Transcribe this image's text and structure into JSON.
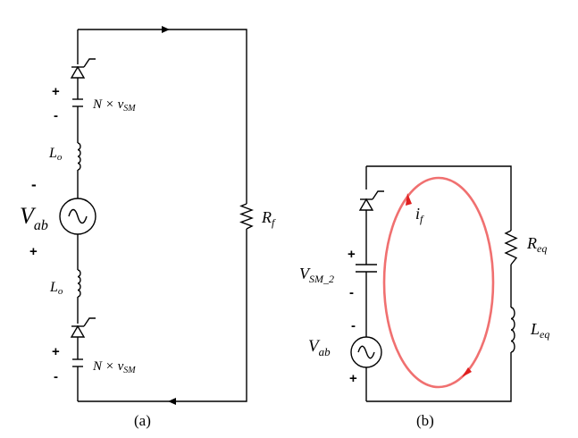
{
  "diagram_a": {
    "caption": "(a)",
    "top_sm_label": "N × v",
    "top_sm_sub": "SM",
    "bottom_sm_label": "N × v",
    "bottom_sm_sub": "SM",
    "inductor_top": "L",
    "inductor_top_sub": "o",
    "inductor_bottom": "L",
    "inductor_bottom_sub": "o",
    "source": "V",
    "source_sub": "ab",
    "resistor": "R",
    "resistor_sub": "f",
    "plus": "+",
    "minus": "-"
  },
  "diagram_b": {
    "caption": "(b)",
    "current": "i",
    "current_sub": "f",
    "capacitor": "V",
    "capacitor_sub": "SM_2",
    "resistor": "R",
    "resistor_sub": "eq",
    "inductor": "L",
    "inductor_sub": "eq",
    "source": "V",
    "source_sub": "ab",
    "plus": "+",
    "minus": "-",
    "loop_color": "#f07070"
  }
}
